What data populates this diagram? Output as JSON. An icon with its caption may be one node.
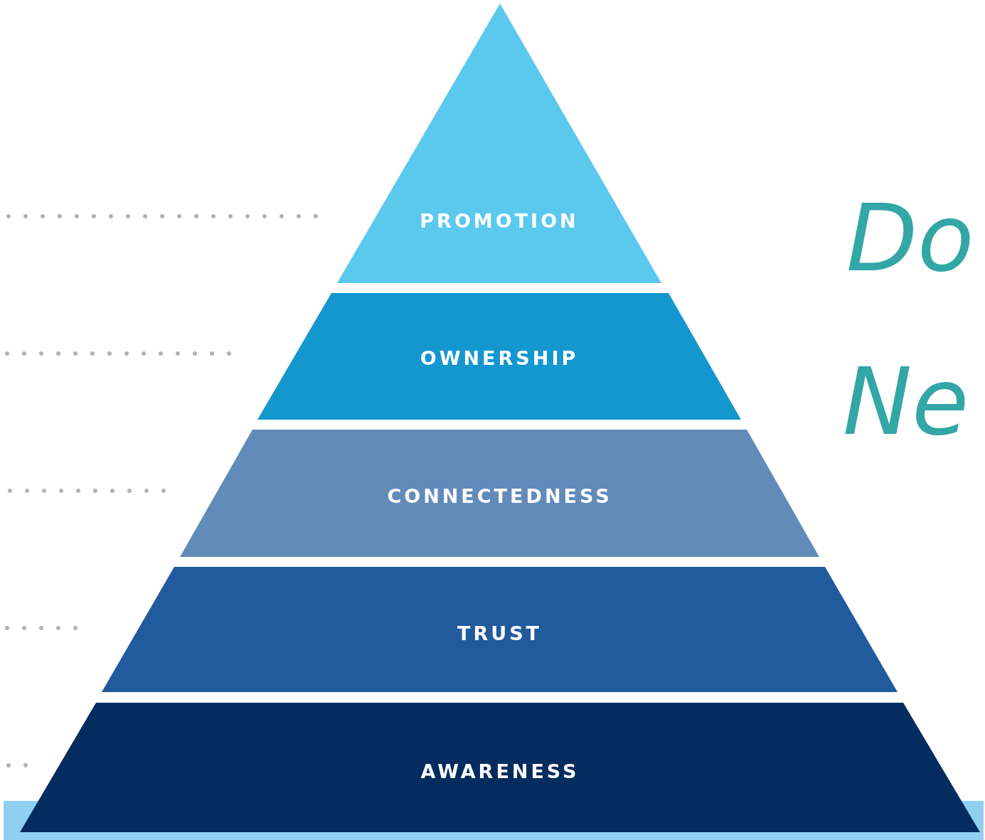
{
  "diagram": {
    "nodes": [
      {
        "text": [
          "PROMOTION"
        ]
      },
      {
        "text": [
          "OWNERSHIP"
        ]
      },
      {
        "text": [
          "CONNECTEDNESS"
        ]
      },
      {
        "text": [
          "TRUST"
        ]
      },
      {
        "text": [
          "AWARENESS"
        ]
      }
    ],
    "labels": [
      "Do",
      "Ne"
    ]
  }
}
